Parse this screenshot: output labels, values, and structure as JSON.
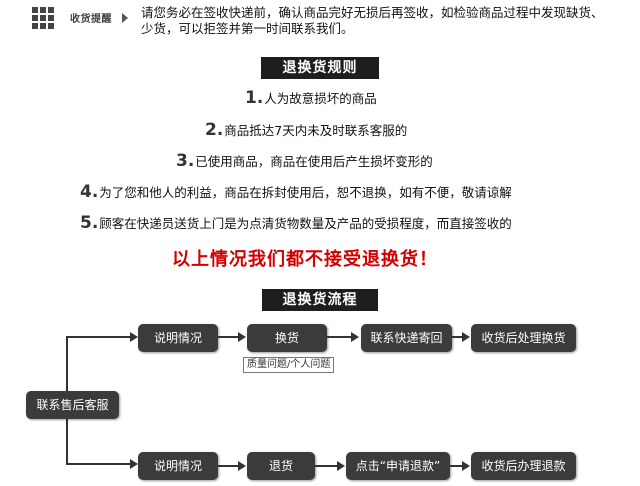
{
  "header": {
    "notice_label": "收货提醒",
    "notice_text": "请您务必在签收快递前，确认商品完好无损后再签收，如检验商品过程中发现缺货、少货，可以拒签并第一时间联系我们。"
  },
  "rules": {
    "title": "退换货规则",
    "items": [
      {
        "num": "1.",
        "text": "人为故意损坏的商品"
      },
      {
        "num": "2.",
        "text": "商品抵达7天内未及时联系客服的"
      },
      {
        "num": "3.",
        "text": "已使用商品，商品在使用后产生损坏变形的"
      },
      {
        "num": "4.",
        "text": "为了您和他人的利益，商品在拆封使用后，恕不退换，如有不便，敬请谅解"
      },
      {
        "num": "5.",
        "text": "顾客在快递员送货上门是为点清货物数量及产品的受损程度，而直接签收的"
      }
    ],
    "warning": "以上情况我们都不接受退换货！"
  },
  "flow": {
    "title": "退换货流程",
    "start": "联系售后客服",
    "exchange_path": [
      "说明情况",
      "换货",
      "联系快递寄回",
      "收货后处理换货"
    ],
    "exchange_note": "质量问题/个人问题",
    "refund_path": [
      "说明情况",
      "退货",
      "点击“申请退款”",
      "收货后办理退款"
    ]
  }
}
